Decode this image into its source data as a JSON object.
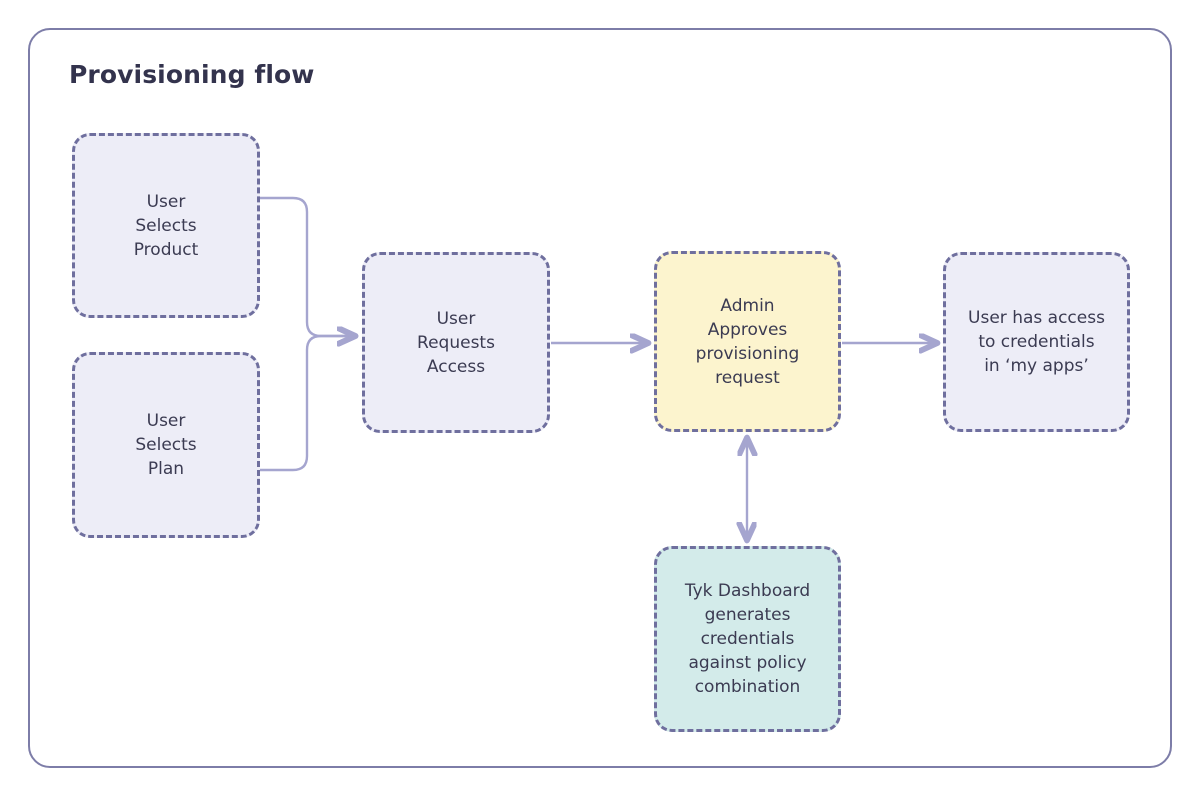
{
  "diagram": {
    "title": "Provisioning flow",
    "type": "flowchart",
    "colors": {
      "card_border": "#7d7da8",
      "node_border": "#6f6f9e",
      "connector": "#a5a5cf",
      "text": "#3b3b52",
      "title_text": "#33334d",
      "fill_lavender": "#ededf7",
      "fill_yellow": "#fcf4ce",
      "fill_teal": "#d3ebea"
    },
    "nodes": [
      {
        "id": "user-selects-product",
        "label": "User\nSelects\nProduct",
        "fill": "lavender"
      },
      {
        "id": "user-selects-plan",
        "label": "User\nSelects\nPlan",
        "fill": "lavender"
      },
      {
        "id": "user-requests-access",
        "label": "User\nRequests\nAccess",
        "fill": "lavender"
      },
      {
        "id": "admin-approves",
        "label": "Admin\nApproves\nprovisioning\nrequest",
        "fill": "yellow"
      },
      {
        "id": "user-has-access",
        "label": "User has access\nto credentials\nin ‘my apps’",
        "fill": "lavender"
      },
      {
        "id": "tyk-dashboard",
        "label": "Tyk Dashboard\ngenerates\ncredentials\nagainst policy\ncombination",
        "fill": "teal"
      }
    ],
    "edges": [
      {
        "id": "edge-product-to-request",
        "from": "user-selects-product",
        "to": "user-requests-access",
        "style": "elbow",
        "arrow": "single"
      },
      {
        "id": "edge-plan-to-request",
        "from": "user-selects-plan",
        "to": "user-requests-access",
        "style": "elbow",
        "arrow": "single"
      },
      {
        "id": "edge-request-to-admin",
        "from": "user-requests-access",
        "to": "admin-approves",
        "style": "straight",
        "arrow": "single"
      },
      {
        "id": "edge-admin-to-access",
        "from": "admin-approves",
        "to": "user-has-access",
        "style": "straight",
        "arrow": "single"
      },
      {
        "id": "edge-admin-tyk",
        "from": "admin-approves",
        "to": "tyk-dashboard",
        "style": "straight",
        "arrow": "double"
      }
    ]
  }
}
